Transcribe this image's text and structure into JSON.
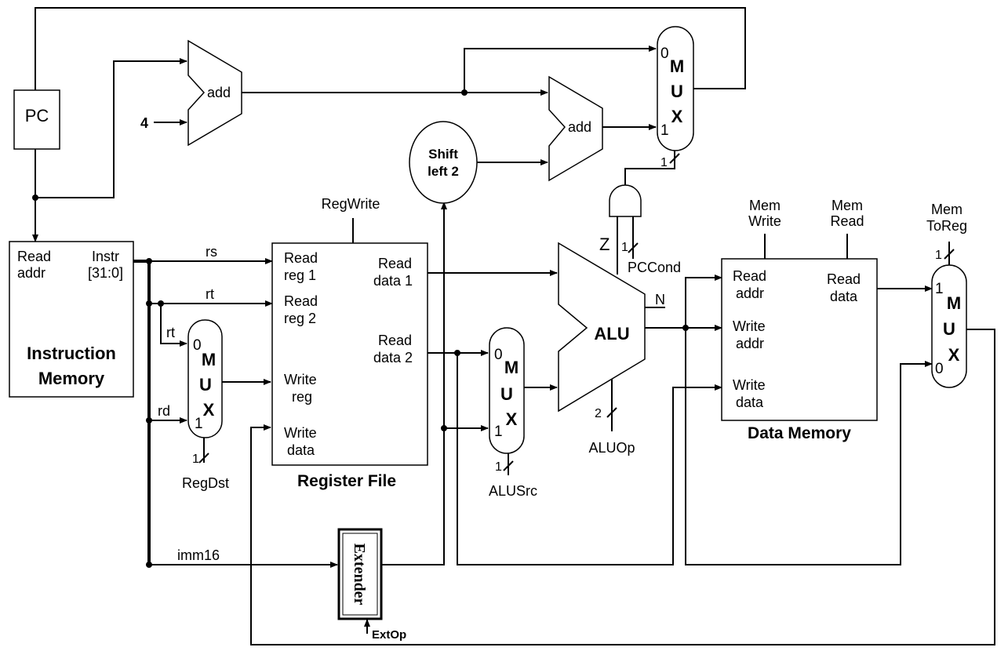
{
  "blocks": {
    "pc": "PC",
    "imem": {
      "read": "Read",
      "addr": "addr",
      "instr": "Instr",
      "bits": "[31:0]",
      "title1": "Instruction",
      "title2": "Memory"
    },
    "adder1": "add",
    "four": "4",
    "adder2": "add",
    "shift1": "Shift",
    "shift2": "left 2",
    "regfile": {
      "rr1a": "Read",
      "rr1b": "reg 1",
      "rr2a": "Read",
      "rr2b": "reg 2",
      "wra": "Write",
      "wrb": "reg",
      "wda": "Write",
      "wdb": "data",
      "rd1a": "Read",
      "rd1b": "data 1",
      "rd2a": "Read",
      "rd2b": "data 2",
      "title": "Register File"
    },
    "alu": "ALU",
    "dmem": {
      "raa": "Read",
      "rab": "addr",
      "waa": "Write",
      "wab": "addr",
      "wda": "Write",
      "wdb": "data",
      "rda": "Read",
      "rdb": "data",
      "title": "Data Memory"
    },
    "extender": "Extender",
    "mux": {
      "m": "M",
      "u": "U",
      "x": "X",
      "zero": "0",
      "one": "1"
    }
  },
  "signals": {
    "rs": "rs",
    "rt": "rt",
    "rt2": "rt",
    "rd": "rd",
    "imm16": "imm16",
    "regwrite": "RegWrite",
    "regdst": "RegDst",
    "alusrc": "ALUSrc",
    "aluop": "ALUOp",
    "aluop_w": "2",
    "pccond": "PCCond",
    "pccond_w": "1",
    "z": "Z",
    "n": "N",
    "memwrite1": "Mem",
    "memwrite2": "Write",
    "memread1": "Mem",
    "memread2": "Read",
    "memtoreg1": "Mem",
    "memtoreg2": "ToReg",
    "extop": "ExtOp",
    "w1": "1"
  },
  "colors": {
    "flag": "#e00000",
    "line": "#000000"
  }
}
